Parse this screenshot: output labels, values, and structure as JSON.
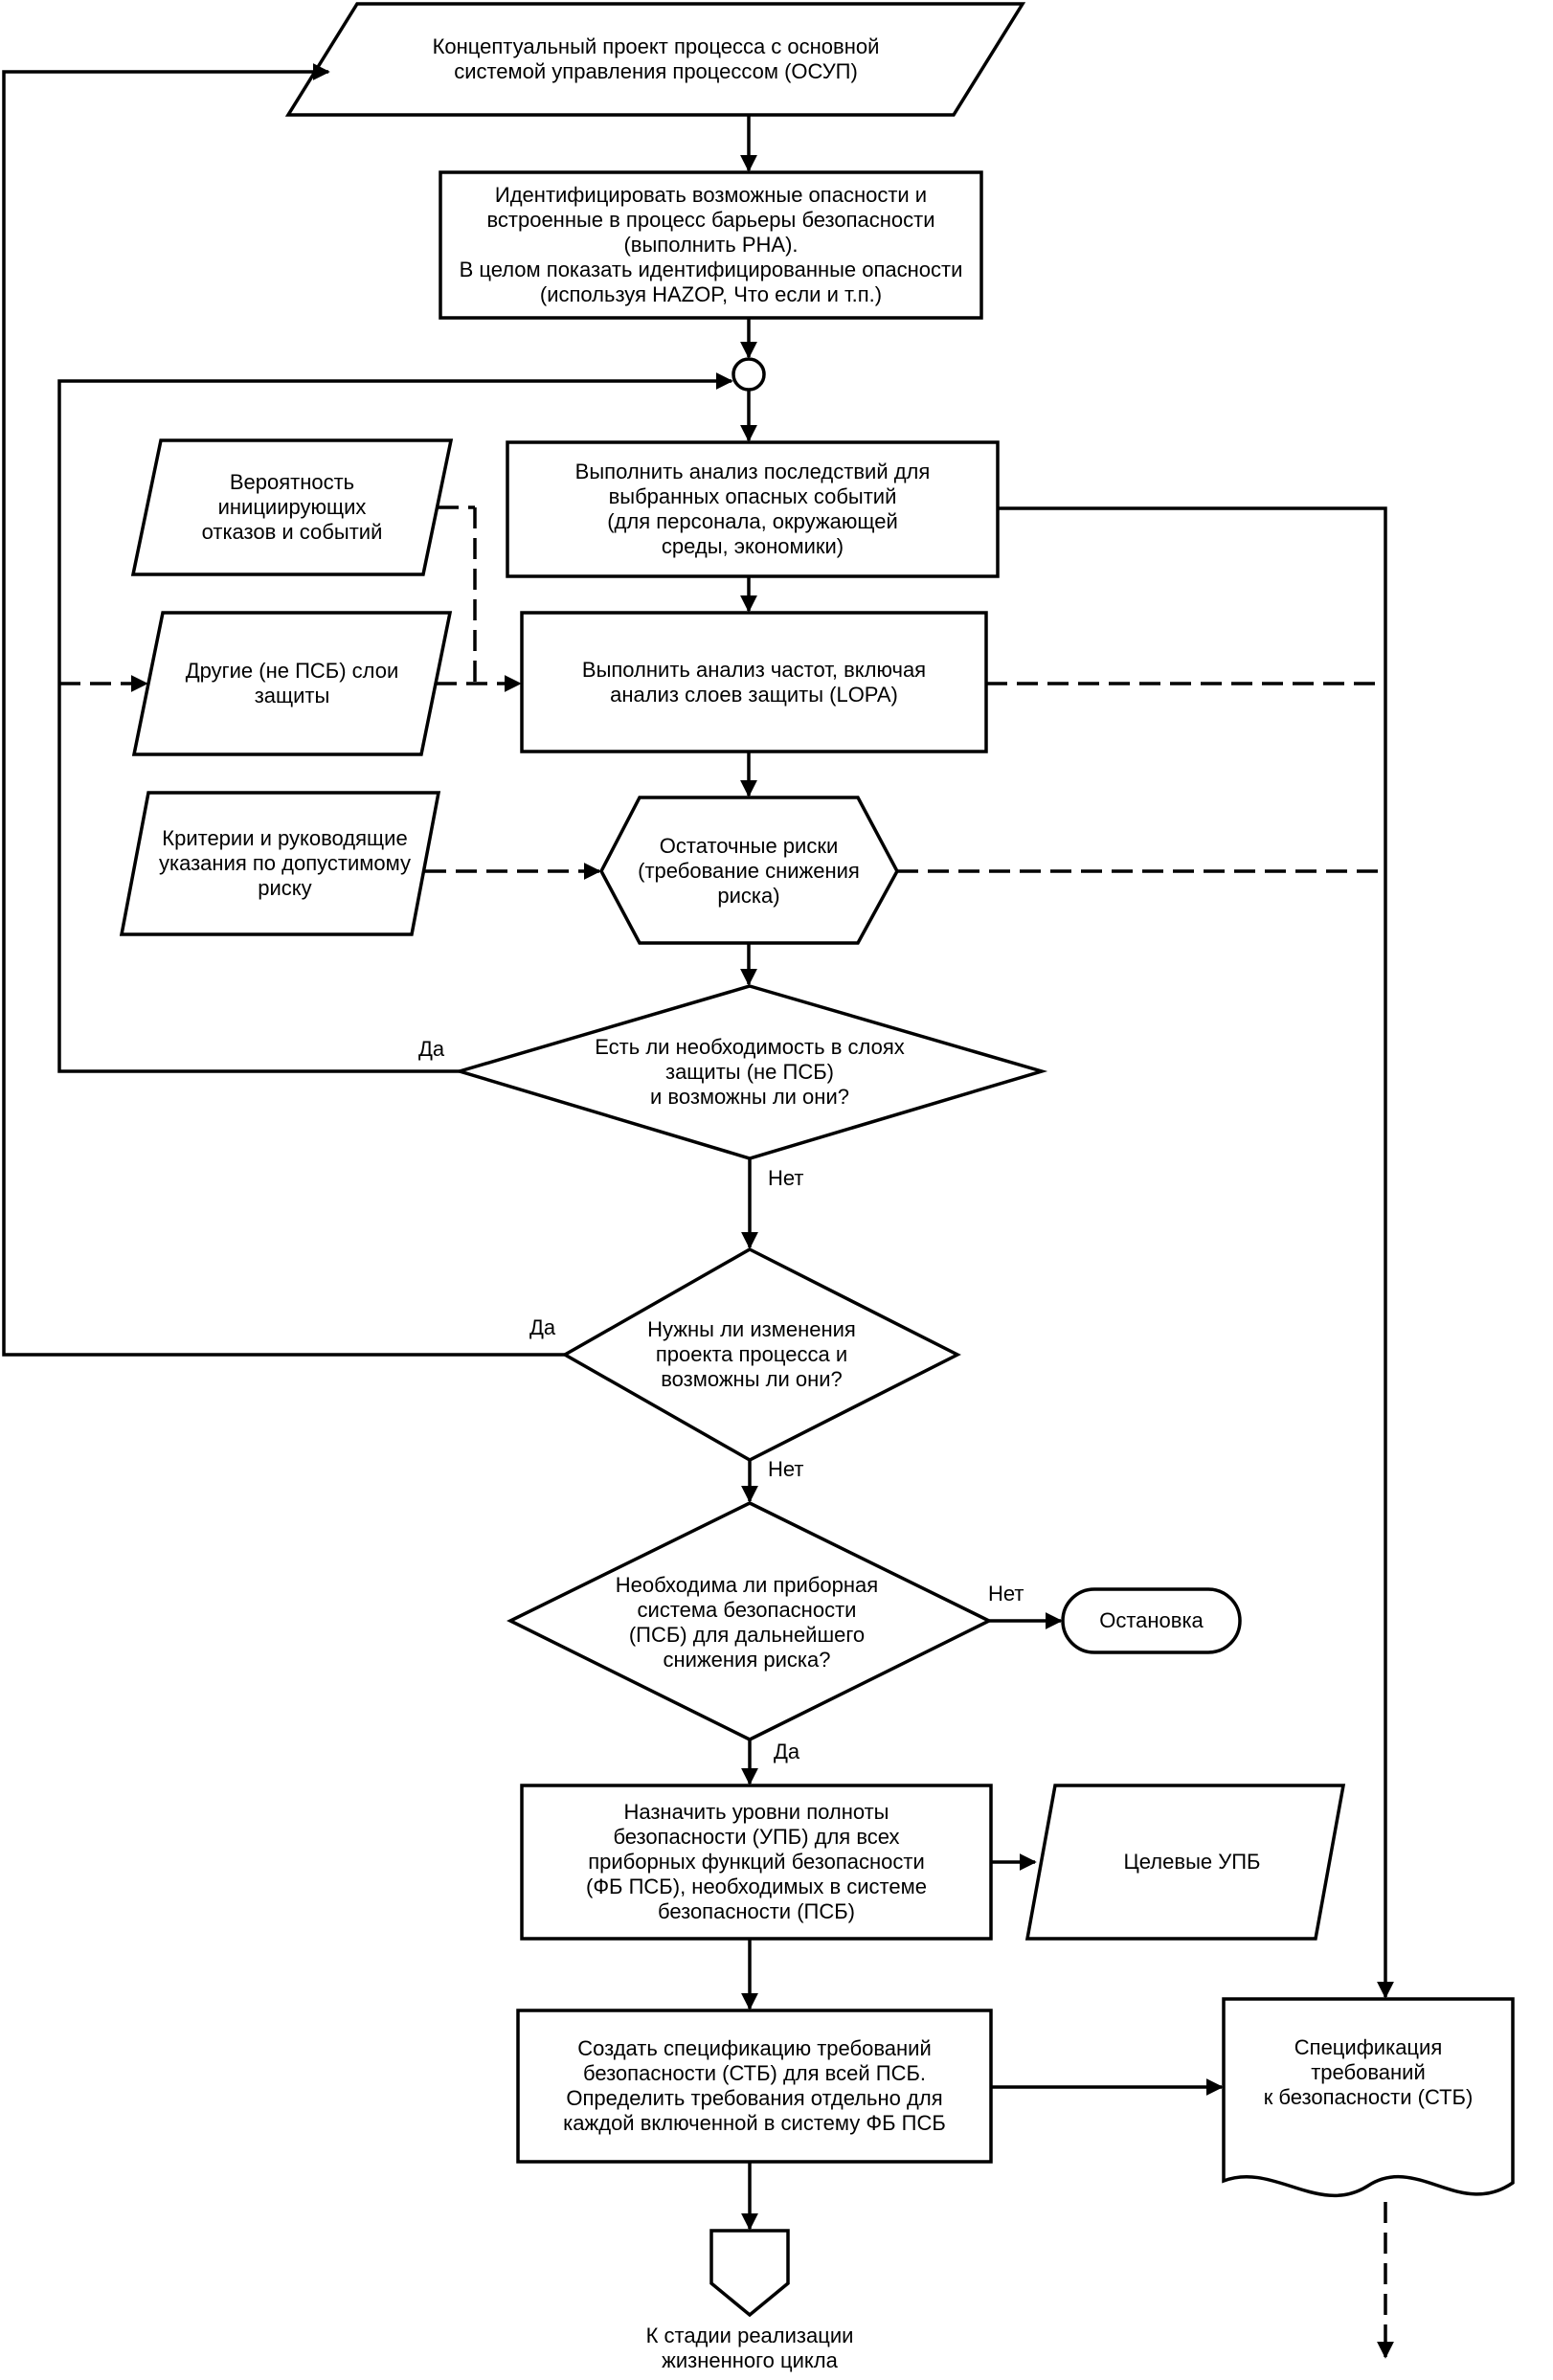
{
  "nodes": {
    "conceptual": "Концептуальный проект процесса с основной\nсистемой управления процессом (ОСУП)",
    "identify": "Идентифицировать возможные опасности и\nвстроенные в процесс барьеры безопасности\n(выполнить PHA).\nВ целом показать идентифицированные опасности\n(используя HAZOP, Что если и т.п.)",
    "consequences": "Выполнить анализ последствий для\nвыбранных опасных событий\n(для персонала, окружающей\nсреды, экономики)",
    "probability": "Вероятность\nинициирующих\nотказов и событий",
    "other_layers": "Другие (не ПСБ) слои\nзащиты",
    "frequency": "Выполнить анализ частот, включая\nанализ слоев защиты (LOPA)",
    "criteria": "Критерии и руководящие\nуказания по допустимому\nриску",
    "residual": "Остаточные риски\n(требование снижения\nриска)",
    "decision_layers": "Есть ли необходимость в слоях\nзащиты (не ПСБ)\nи возможны ли они?",
    "decision_design": "Нужны ли изменения\nпроекта процесса и\nвозможны ли они?",
    "decision_sis": "Необходима ли приборная\nсистема безопасности\n(ПСБ) для дальнейшего\nснижения риска?",
    "stop": "Остановка",
    "assign_sil": "Назначить уровни полноты\nбезопасности (УПБ) для всех\nприборных функций безопасности\n(ФБ ПСБ), необходимых в системе\nбезопасности (ПСБ)",
    "target_sil": "Целевые УПБ",
    "create_srs": "Создать спецификацию требований\nбезопасности (СТБ) для всей ПСБ.\nОпределить требования отдельно для\nкаждой включенной в систему ФБ ПСБ",
    "srs_doc": "Спецификация\nтребований\nк безопасности (СТБ)",
    "offpage": "К стадии реализации\nжизненного цикла"
  },
  "labels": {
    "yes_layers": "Да",
    "no_layers": "Нет",
    "yes_design": "Да",
    "no_design": "Нет",
    "no_sis": "Нет",
    "yes_sis": "Да"
  }
}
